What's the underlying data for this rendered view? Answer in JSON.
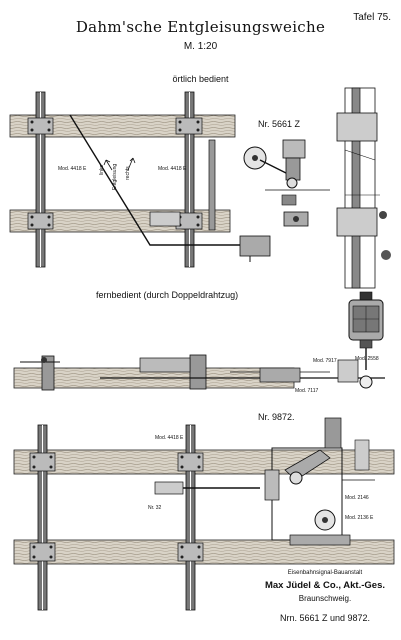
{
  "header": {
    "title": "Dahm'sche Entgleisungsweiche",
    "plate": "Tafel 75.",
    "scale": "M. 1:20"
  },
  "sections": {
    "local": "örtlich bedient",
    "remote": "fernbedient (durch Doppeldrahtzug)"
  },
  "labels": {
    "nr_top": "Nr. 5661 Z",
    "nr_bottom": "Nr. 9872.",
    "mod_1": "Mod. 4418 E",
    "mod_2": "Mod. 4418 E",
    "mod_3": "Mod. 7917",
    "mod_4": "Mod. 2558",
    "mod_5": "Mod. 7117",
    "mod_6": "Mod. 4418 E",
    "mod_7": "Nr. 32",
    "mod_8": "Mod. 2146",
    "mod_9": "Mod. 2136 E",
    "dir_left": "links",
    "dir_mid": "Entgleisung",
    "dir_right": "rechts"
  },
  "maker": {
    "line1": "Eisenbahnsignal-Bauanstalt",
    "line2": "Max Jüdel & Co., Akt.-Ges.",
    "line3": "Braunschweig."
  },
  "footer": {
    "numbers": "Nrn. 5661 Z und 9872."
  }
}
